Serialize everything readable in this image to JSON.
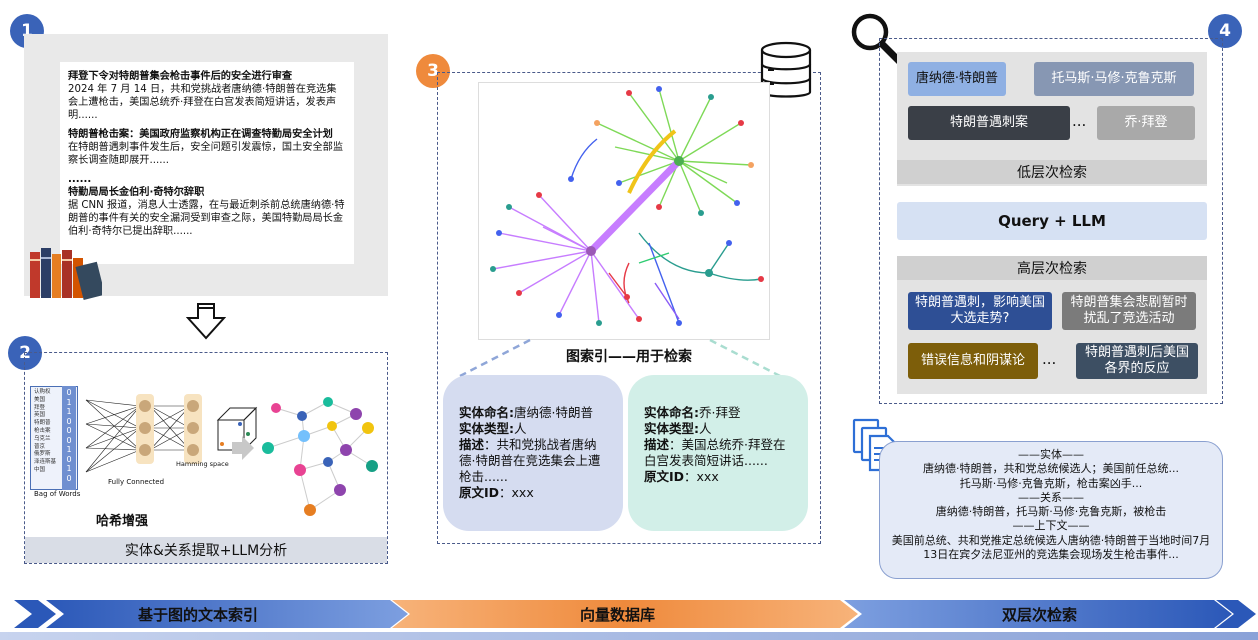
{
  "steps": {
    "s1": "1",
    "s2": "2",
    "s3": "3",
    "s4": "4"
  },
  "colors": {
    "step_blue": "#3a63b8",
    "step_orange": "#ef8a3c",
    "chip_light_blue": "#8fb0e3",
    "chip_gray_blue": "#8797b3",
    "chip_dark": "#3a3f47",
    "chip_navy": "#2e4f95",
    "chip_olive": "#7d5e0a",
    "chip_gray": "#7b7b7b"
  },
  "panel1": {
    "articles": [
      {
        "title": "拜登下令对特朗普集会枪击事件后的安全进行审查",
        "body": "2024 年 7 月 14 日，共和党挑战者唐纳德·特朗普在竞选集会上遭枪击，美国总统乔·拜登在白宫发表简短讲话，发表声明......"
      },
      {
        "title": "特朗普枪击案：美国政府监察机构正在调查特勤局安全计划",
        "body": "在特朗普遇刺事件发生后，安全问题引发震惊，国土安全部监察长调查随即展开......"
      },
      {
        "title": "......",
        "body": ""
      },
      {
        "title": "特勤局局长金伯利·奇特尔辞职",
        "body": "据 CNN 报道，消息人士透露，在与最近刺杀前总统唐纳德·特朗普的事件有关的安全漏洞受到审查之际，美国特勤局局长金伯利·奇特尔已提出辞职......"
      }
    ]
  },
  "panel2": {
    "bow_words": [
      "认购权",
      "美国",
      "拜登",
      "英国",
      "特朗普",
      "枪击案",
      "乌克兰",
      "普京",
      "俄罗斯",
      "泽连斯基",
      "中国"
    ],
    "bits": [
      "0",
      "1",
      "1",
      "0",
      "0",
      "0",
      "1",
      "0",
      "1",
      "0"
    ],
    "bow_label": "Bag of Words",
    "fc_label": "Fully Connected",
    "hamming_label": "Hamming space",
    "enhance_label": "哈希增强",
    "footer": "实体&关系提取+LLM分析"
  },
  "panel3": {
    "title": "图索引——用于检索",
    "left_card": {
      "name_k": "实体命名:",
      "name_v": "唐纳德·特朗普",
      "type_k": "实体类型:",
      "type_v": "人",
      "desc_k": "描述",
      "desc_v": "：共和党挑战者唐纳德·特朗普在竞选集会上遭枪击......",
      "id_k": "原文ID",
      "id_v": "：xxx"
    },
    "right_card": {
      "name_k": "实体命名:",
      "name_v": "乔·拜登",
      "type_k": "实体类型:",
      "type_v": "人",
      "desc_k": "描述",
      "desc_v": "：美国总统乔·拜登在白宫发表简短讲话......",
      "id_k": "原文ID",
      "id_v": "：xxx"
    }
  },
  "panel4": {
    "low_chips": [
      "唐纳德·特朗普",
      "托马斯·马修·克鲁克斯",
      "特朗普遇刺案",
      "...",
      "乔·拜登"
    ],
    "low_label": "低层次检索",
    "query": "Query + LLM",
    "high_label": "高层次检索",
    "high_chips": [
      "特朗普遇刺，影响美国大选走势?",
      "特朗普集会悲剧暂时扰乱了竞选活动",
      "错误信息和阴谋论",
      "...",
      "特朗普遇刺后美国各界的反应"
    ],
    "context": [
      "——实体——",
      "唐纳德·特朗普，共和党总统候选人；美国前任总统...",
      "托马斯·马修·克鲁克斯，枪击案凶手...",
      "——关系——",
      "唐纳德·特朗普，托马斯·马修·克鲁克斯，被枪击",
      "——上下文——",
      "美国前总统、共和党推定总统候选人唐纳德·特朗普于当地时间7月13日在宾夕法尼亚州的竞选集会现场发生枪击事件..."
    ]
  },
  "bottom": {
    "stage1": "基于图的文本索引",
    "stage2": "向量数据库",
    "stage3": "双层次检索"
  }
}
